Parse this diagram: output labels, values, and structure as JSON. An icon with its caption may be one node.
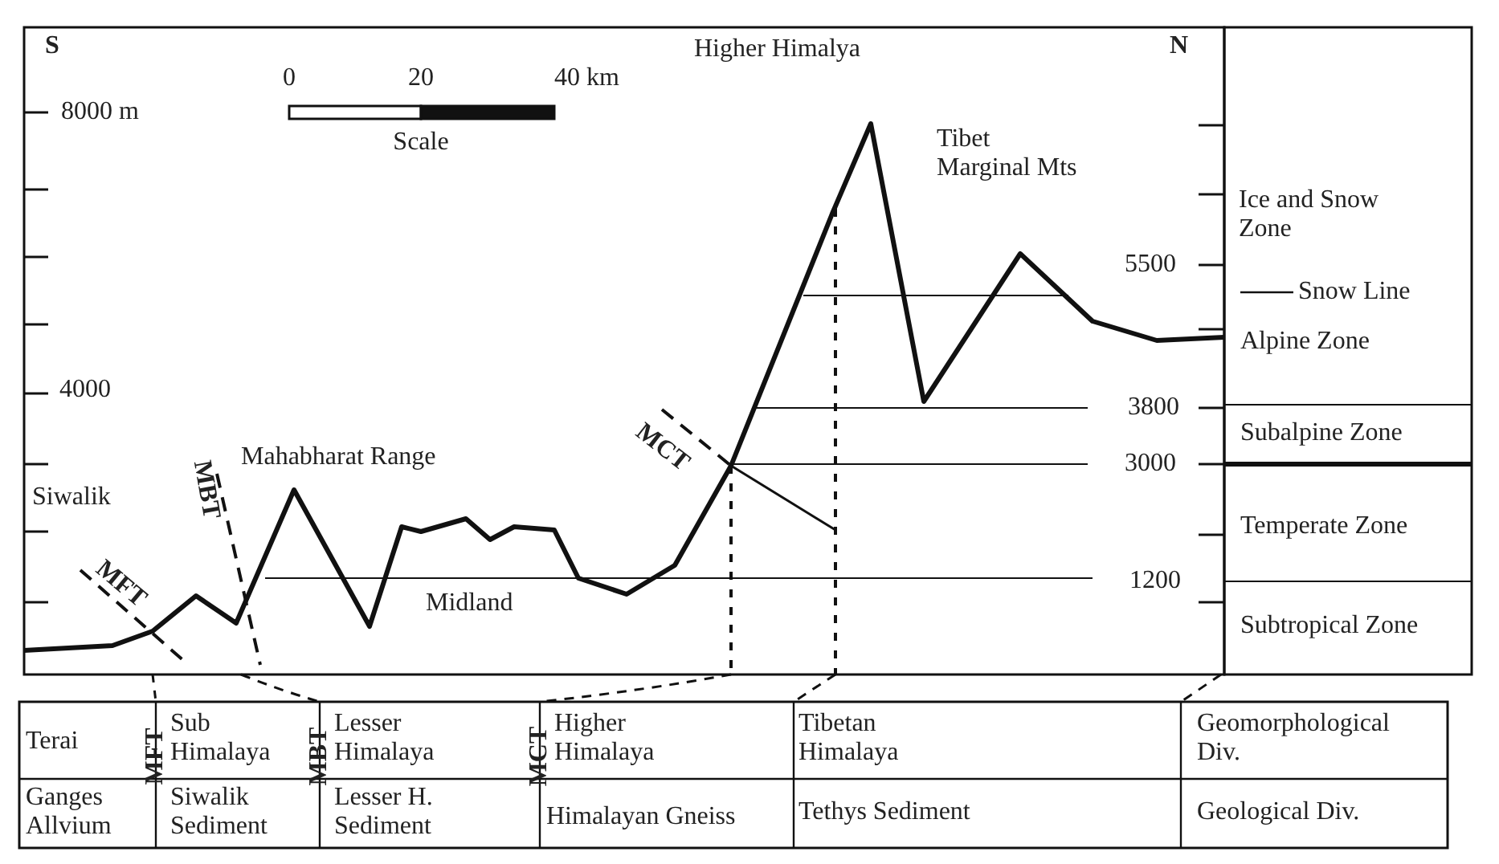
{
  "diagram": {
    "labels": [
      "S",
      "N",
      "8000 m",
      "0",
      "20",
      "40 km",
      "Scale",
      "Higher Himalya",
      "Tibet Marginal Mts",
      "Ice and Snow Zone",
      "5500",
      "Snow Line",
      "Alpine Zone",
      "4000",
      "3800",
      "Subalpine Zone",
      "MCT",
      "3000",
      "Mahabharat Range",
      "MBT",
      "Siwalik",
      "Temperate Zone",
      "MFT",
      "Midland",
      "1200",
      "Subtropical Zone",
      "Terai",
      "MFT",
      "Sub Himalaya",
      "MBT",
      "Lesser Himalaya",
      "MCT",
      "Higher Himalaya",
      "Tibetan Himalaya",
      "Geomorphological Div.",
      "Ganges Allvium",
      "Siwalik Sediment",
      "Lesser H. Sediment",
      "Himalayan Gneiss",
      "Tethys Sediment",
      "Geological Div."
    ]
  }
}
